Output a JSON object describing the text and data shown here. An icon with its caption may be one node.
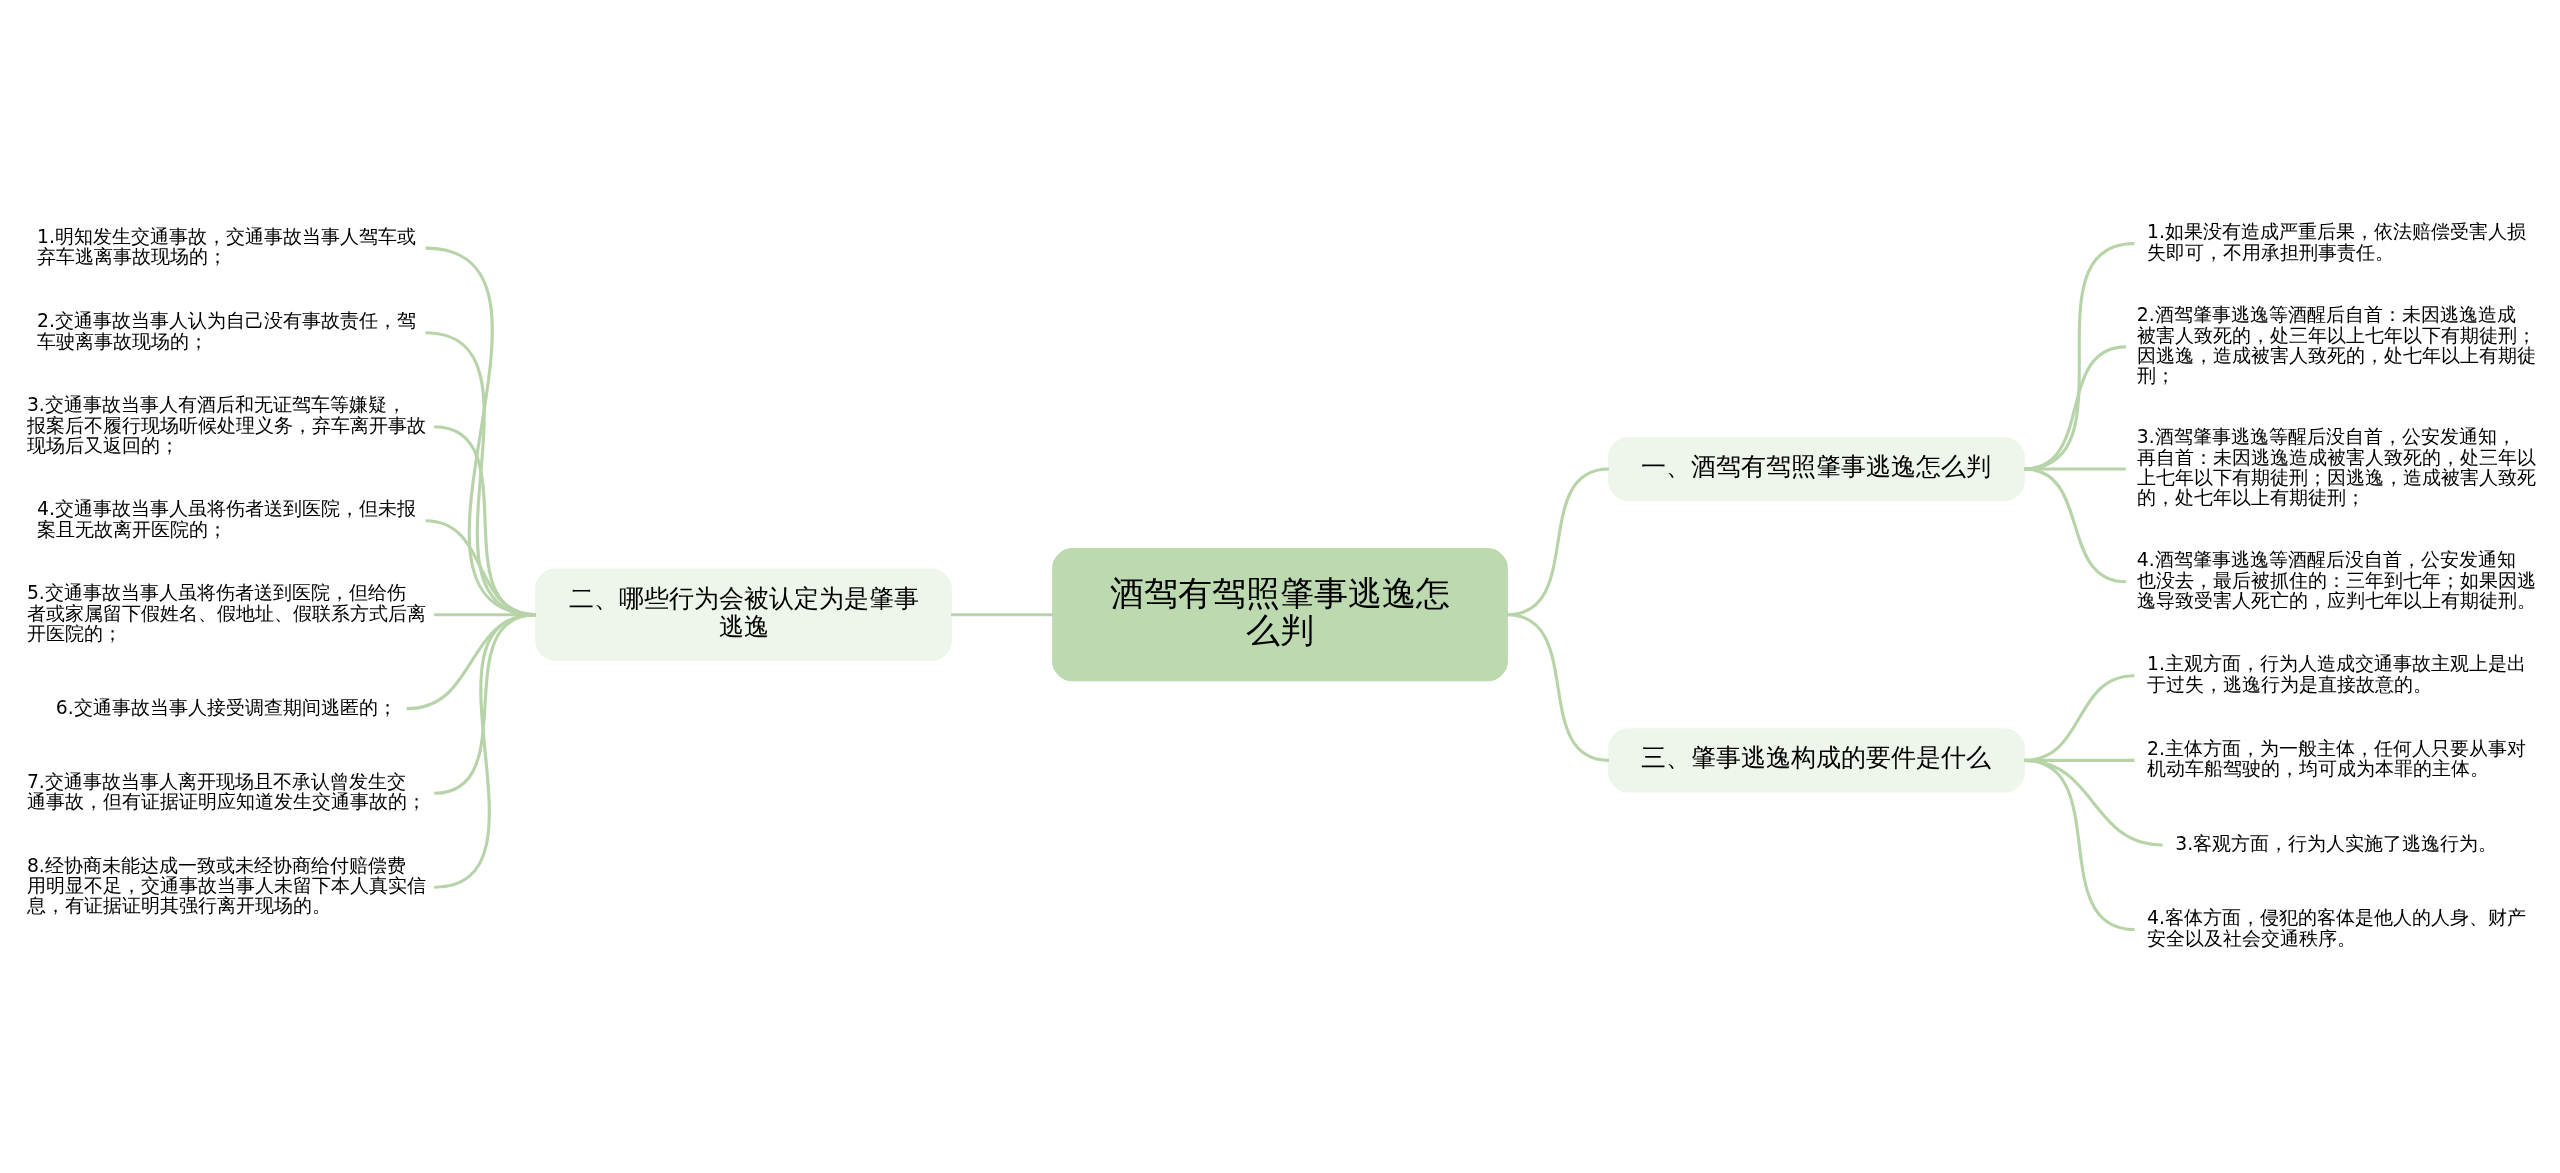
{
  "diagram": {
    "nodes": [
      {
        "text": [
          "酒驾有驾照肇事逃逸怎么判"
        ]
      },
      {
        "text": [
          "一、酒驾有驾照肇事逃逸怎么判"
        ]
      },
      {
        "text": [
          "1.如果没有造成严重后果，依法赔偿受害人损失即可，不用承担刑事责任。"
        ]
      },
      {
        "text": [
          "2.酒驾肇事逃逸等酒醒后自首：未因逃逸造成被害人致死的，处三年以上七年以下有期徒刑；因逃逸，造成被害人致死的，处七年以上有期徒刑；"
        ]
      },
      {
        "text": [
          "3.酒驾肇事逃逸等醒后没自首，公安发通知，再自首：未因逃逸造成被害人致死的，处三年以上七年以下有期徒刑；因逃逸，造成被害人致死的，处七年以上有期徒刑；"
        ]
      },
      {
        "text": [
          "4.酒驾肇事逃逸等酒醒后没自首，公安发通知也没去，最后被抓住的：三年到七年；如果因逃逸导致受害人死亡的，应判七年以上有期徒刑。"
        ]
      },
      {
        "text": [
          "二、哪些行为会被认定为是肇事逃逸"
        ]
      },
      {
        "text": [
          "1.明知发生交通事故，交通事故当事人驾车或弃车逃离事故现场的；"
        ]
      },
      {
        "text": [
          "2.交通事故当事人认为自己没有事故责任，驾车驶离事故现场的；"
        ]
      },
      {
        "text": [
          "3.交通事故当事人有酒后和无证驾车等嫌疑，报案后不履行现场听候处理义务，弃车离开事故现场后又返回的；"
        ]
      },
      {
        "text": [
          "4.交通事故当事人虽将伤者送到医院，但未报案且无故离开医院的；"
        ]
      },
      {
        "text": [
          "5.交通事故当事人虽将伤者送到医院，但给伤者或家属留下假姓名、假地址、假联系方式后离开医院的；"
        ]
      },
      {
        "text": [
          "6.交通事故当事人接受调查期间逃匿的；"
        ]
      },
      {
        "text": [
          "7.交通事故当事人离开现场且不承认曾发生交通事故，但有证据证明应知道发生交通事故的；"
        ]
      },
      {
        "text": [
          "8.经协商未能达成一致或未经协商给付赔偿费用明显不足，交通事故当事人未留下本人真实信息，有证据证明其强行离开现场的。"
        ]
      },
      {
        "text": [
          "三、肇事逃逸构成的要件是什么"
        ]
      },
      {
        "text": [
          "1.主观方面，行为人造成交通事故主观上是出于过失，逃逸行为是直接故意的。"
        ]
      },
      {
        "text": [
          "2.主体方面，为一般主体，任何人只要从事对机动车船驾驶的，均可成为本罪的主体。"
        ]
      },
      {
        "text": [
          "3.客观方面，行为人实施了逃逸行为。"
        ]
      },
      {
        "text": [
          "4.客体方面，侵犯的客体是他人的人身、财产安全以及社会交通秩序。"
        ]
      }
    ],
    "edges": [
      {
        "from": 0,
        "to": 1,
        "arrow": "none"
      },
      {
        "from": 1,
        "to": 2,
        "arrow": "none"
      },
      {
        "from": 1,
        "to": 3,
        "arrow": "none"
      },
      {
        "from": 1,
        "to": 4,
        "arrow": "none"
      },
      {
        "from": 1,
        "to": 5,
        "arrow": "none"
      },
      {
        "from": 0,
        "to": 6,
        "arrow": "none"
      },
      {
        "from": 6,
        "to": 7,
        "arrow": "none"
      },
      {
        "from": 6,
        "to": 8,
        "arrow": "none"
      },
      {
        "from": 6,
        "to": 9,
        "arrow": "none"
      },
      {
        "from": 6,
        "to": 10,
        "arrow": "none"
      },
      {
        "from": 6,
        "to": 11,
        "arrow": "none"
      },
      {
        "from": 6,
        "to": 12,
        "arrow": "none"
      },
      {
        "from": 6,
        "to": 13,
        "arrow": "none"
      },
      {
        "from": 6,
        "to": 14,
        "arrow": "none"
      },
      {
        "from": 0,
        "to": 15,
        "arrow": "none"
      },
      {
        "from": 15,
        "to": 16,
        "arrow": "none"
      },
      {
        "from": 15,
        "to": 17,
        "arrow": "none"
      },
      {
        "from": 15,
        "to": 18,
        "arrow": "none"
      },
      {
        "from": 15,
        "to": 19,
        "arrow": "none"
      }
    ]
  }
}
